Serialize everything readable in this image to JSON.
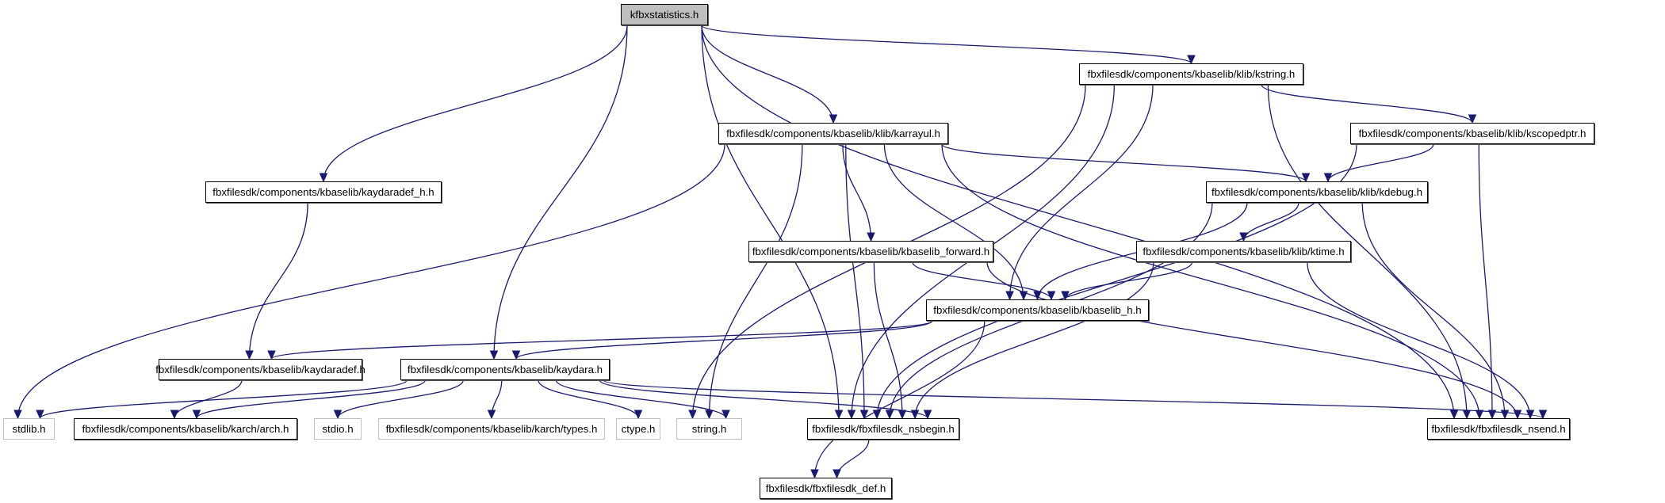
{
  "graph": {
    "title": "kfbxstatistics.h include dependency graph",
    "colors": {
      "edge": "#191970",
      "root_fill": "#bfbfbf",
      "node_border": "#000000",
      "external_border": "#bfbfbf"
    },
    "nodes": [
      {
        "id": "root",
        "label": "kfbxstatistics.h",
        "kind": "root"
      },
      {
        "id": "kstring",
        "label": "fbxfilesdk/components/kbaselib/klib/kstring.h",
        "kind": "documented"
      },
      {
        "id": "karrayul",
        "label": "fbxfilesdk/components/kbaselib/klib/karrayul.h",
        "kind": "documented"
      },
      {
        "id": "kscopedptr",
        "label": "fbxfilesdk/components/kbaselib/klib/kscopedptr.h",
        "kind": "documented"
      },
      {
        "id": "kaydaradef_h",
        "label": "fbxfilesdk/components/kbaselib/kaydaradef_h.h",
        "kind": "documented"
      },
      {
        "id": "kdebug",
        "label": "fbxfilesdk/components/kbaselib/klib/kdebug.h",
        "kind": "documented"
      },
      {
        "id": "kbaselib_forward",
        "label": "fbxfilesdk/components/kbaselib/kbaselib_forward.h",
        "kind": "documented"
      },
      {
        "id": "ktime",
        "label": "fbxfilesdk/components/kbaselib/klib/ktime.h",
        "kind": "documented"
      },
      {
        "id": "kbaselib_h",
        "label": "fbxfilesdk/components/kbaselib/kbaselib_h.h",
        "kind": "documented"
      },
      {
        "id": "kaydaradef",
        "label": "fbxfilesdk/components/kbaselib/kaydaradef.h",
        "kind": "documented"
      },
      {
        "id": "kaydara",
        "label": "fbxfilesdk/components/kbaselib/kaydara.h",
        "kind": "documented"
      },
      {
        "id": "stdlib",
        "label": "stdlib.h",
        "kind": "external"
      },
      {
        "id": "arch",
        "label": "fbxfilesdk/components/kbaselib/karch/arch.h",
        "kind": "documented"
      },
      {
        "id": "stdio",
        "label": "stdio.h",
        "kind": "external"
      },
      {
        "id": "types",
        "label": "fbxfilesdk/components/kbaselib/karch/types.h",
        "kind": "external"
      },
      {
        "id": "ctype",
        "label": "ctype.h",
        "kind": "external"
      },
      {
        "id": "string",
        "label": "string.h",
        "kind": "external"
      },
      {
        "id": "nsbegin",
        "label": "fbxfilesdk/fbxfilesdk_nsbegin.h",
        "kind": "documented"
      },
      {
        "id": "nsend",
        "label": "fbxfilesdk/fbxfilesdk_nsend.h",
        "kind": "documented"
      },
      {
        "id": "def",
        "label": "fbxfilesdk/fbxfilesdk_def.h",
        "kind": "documented"
      }
    ],
    "edges": [
      [
        "root",
        "kstring"
      ],
      [
        "root",
        "karrayul"
      ],
      [
        "root",
        "kaydaradef_h"
      ],
      [
        "root",
        "kaydara"
      ],
      [
        "root",
        "nsbegin"
      ],
      [
        "root",
        "nsend"
      ],
      [
        "kstring",
        "kscopedptr"
      ],
      [
        "kstring",
        "kbaselib_h"
      ],
      [
        "kstring",
        "string"
      ],
      [
        "kstring",
        "nsbegin"
      ],
      [
        "kstring",
        "nsend"
      ],
      [
        "karrayul",
        "kdebug"
      ],
      [
        "karrayul",
        "kbaselib_forward"
      ],
      [
        "karrayul",
        "kbaselib_h"
      ],
      [
        "karrayul",
        "stdlib"
      ],
      [
        "karrayul",
        "string"
      ],
      [
        "karrayul",
        "nsbegin"
      ],
      [
        "karrayul",
        "nsend"
      ],
      [
        "kscopedptr",
        "kdebug"
      ],
      [
        "kscopedptr",
        "nsbegin"
      ],
      [
        "kscopedptr",
        "nsend"
      ],
      [
        "kaydaradef_h",
        "kaydaradef"
      ],
      [
        "kdebug",
        "ktime"
      ],
      [
        "kdebug",
        "kbaselib_h"
      ],
      [
        "kdebug",
        "nsbegin"
      ],
      [
        "kdebug",
        "nsend"
      ],
      [
        "kbaselib_forward",
        "kbaselib_h"
      ],
      [
        "kbaselib_forward",
        "nsbegin"
      ],
      [
        "kbaselib_forward",
        "nsend"
      ],
      [
        "ktime",
        "kbaselib_h"
      ],
      [
        "ktime",
        "nsbegin"
      ],
      [
        "ktime",
        "nsend"
      ],
      [
        "kbaselib_h",
        "kaydaradef"
      ],
      [
        "kbaselib_h",
        "kaydara"
      ],
      [
        "kbaselib_h",
        "def"
      ],
      [
        "kaydaradef",
        "arch"
      ],
      [
        "kaydara",
        "stdlib"
      ],
      [
        "kaydara",
        "arch"
      ],
      [
        "kaydara",
        "stdio"
      ],
      [
        "kaydara",
        "types"
      ],
      [
        "kaydara",
        "ctype"
      ],
      [
        "kaydara",
        "string"
      ],
      [
        "kaydara",
        "nsbegin"
      ],
      [
        "kaydara",
        "nsend"
      ],
      [
        "nsbegin",
        "def"
      ]
    ]
  }
}
